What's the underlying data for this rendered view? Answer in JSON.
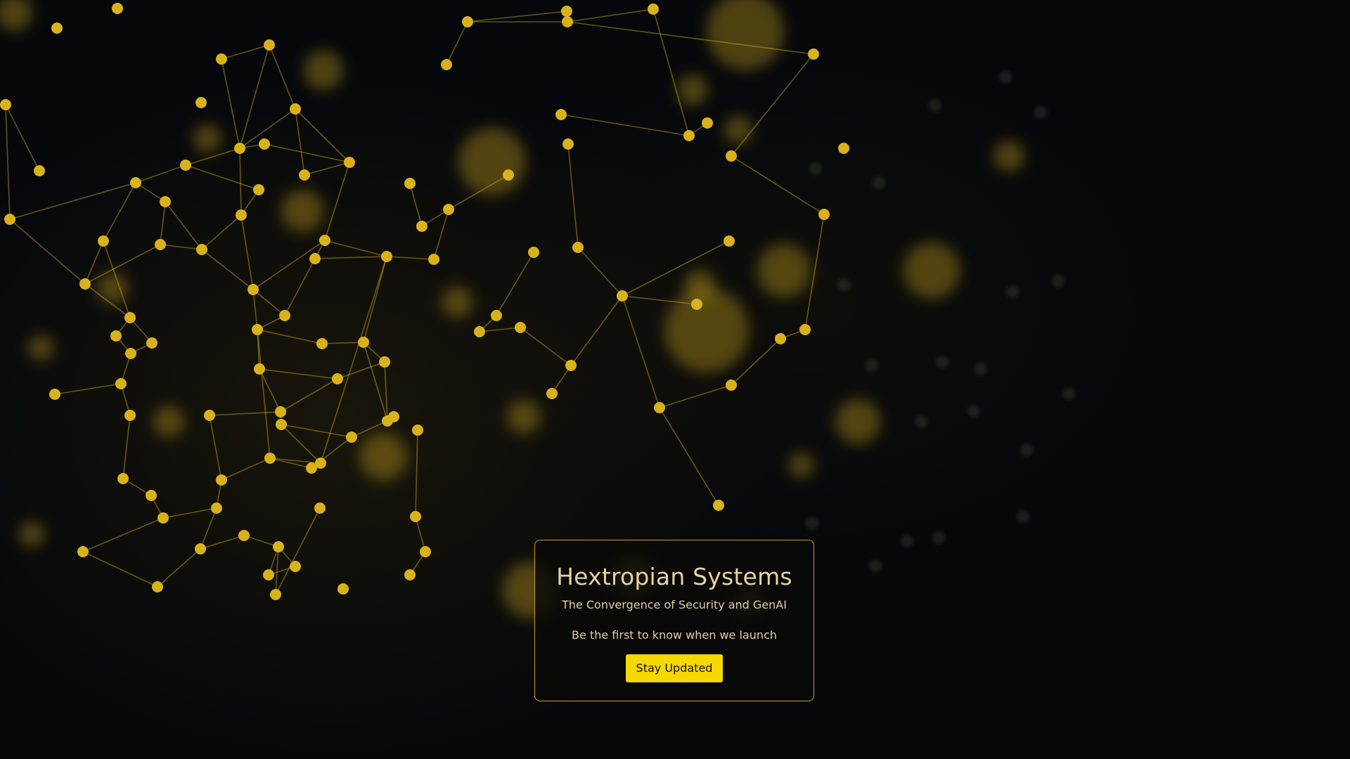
{
  "hero": {
    "title": "Hextropian Systems",
    "subtitle": "The Convergence of Security and GenAI",
    "tagline": "Be the first to know when we launch",
    "cta_label": "Stay Updated"
  },
  "theme": {
    "background": "#05070b",
    "node_color": "#d9b21a",
    "accent": "#f5d800",
    "card_border": "#c9a227",
    "text_color": "#e6d3a0"
  }
}
